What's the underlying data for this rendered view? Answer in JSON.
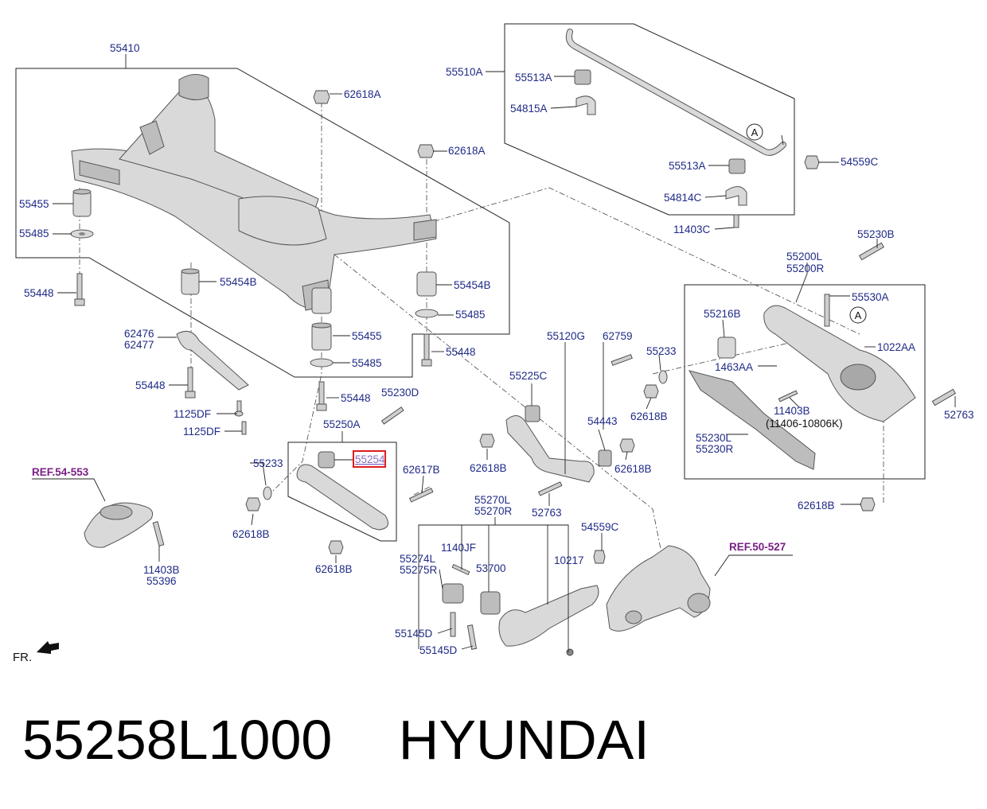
{
  "diagram": {
    "labels": {
      "l55410": "55410",
      "l62618A_1": "62618A",
      "l62618A_2": "62618A",
      "l55510A": "55510A",
      "l55513A_1": "55513A",
      "l54815A": "54815A",
      "l55513A_2": "55513A",
      "l54814C": "54814C",
      "l54559C_1": "54559C",
      "l11403C": "11403C",
      "l55230B": "55230B",
      "l55455_1": "55455",
      "l55485_1": "55485",
      "l55448_1": "55448",
      "l55454B_1": "55454B",
      "l55454B_2": "55454B",
      "l55485_2": "55485",
      "l55455_2": "55455",
      "l55485_3": "55485",
      "l55448_2": "55448",
      "l62476": "62476",
      "l62477": "62477",
      "l55448_3": "55448",
      "l55448_4": "55448",
      "l1125DF_1": "1125DF",
      "l1125DF_2": "1125DF",
      "l55230D": "55230D",
      "l55250A": "55250A",
      "l55254": "55254",
      "l55233_1": "55233",
      "l62617B": "62617B",
      "l62618B_1": "62618B",
      "l62618B_2": "62618B",
      "l55200L": "55200L",
      "l55200R": "55200R",
      "l55530A": "55530A",
      "l55216B": "55216B",
      "l1022AA": "1022AA",
      "l55120G": "55120G",
      "l62759": "62759",
      "l55233_2": "55233",
      "l1463AA": "1463AA",
      "l55225C": "55225C",
      "l62618B_3": "62618B",
      "l11403B_1": "11403B",
      "l11406": "(11406-10806K)",
      "l52763_1": "52763",
      "l54443": "54443",
      "l55230L": "55230L",
      "l55230R": "55230R",
      "l62618B_4": "62618B",
      "l62618B_5": "62618B",
      "l62618B_6": "62618B",
      "l52763_2": "52763",
      "l55270L": "55270L",
      "l55270R": "55270R",
      "l54559C_2": "54559C",
      "l1140JF": "1140JF",
      "l55274L": "55274L",
      "l55275R": "55275R",
      "l53700": "53700",
      "l10217": "10217",
      "l55145D_1": "55145D",
      "l55145D_2": "55145D",
      "l11403B_2": "11403B",
      "l55396": "55396",
      "circleA": "A"
    },
    "refs": {
      "ref54": "REF.54-553",
      "ref50": "REF.50-527"
    },
    "fr_label": "FR.",
    "highlight_color": "#e01b1b",
    "label_color": "#1f2a86",
    "ref_color": "#7a1f86"
  },
  "footer": {
    "part_number": "55258L1000",
    "brand": "HYUNDAI"
  }
}
